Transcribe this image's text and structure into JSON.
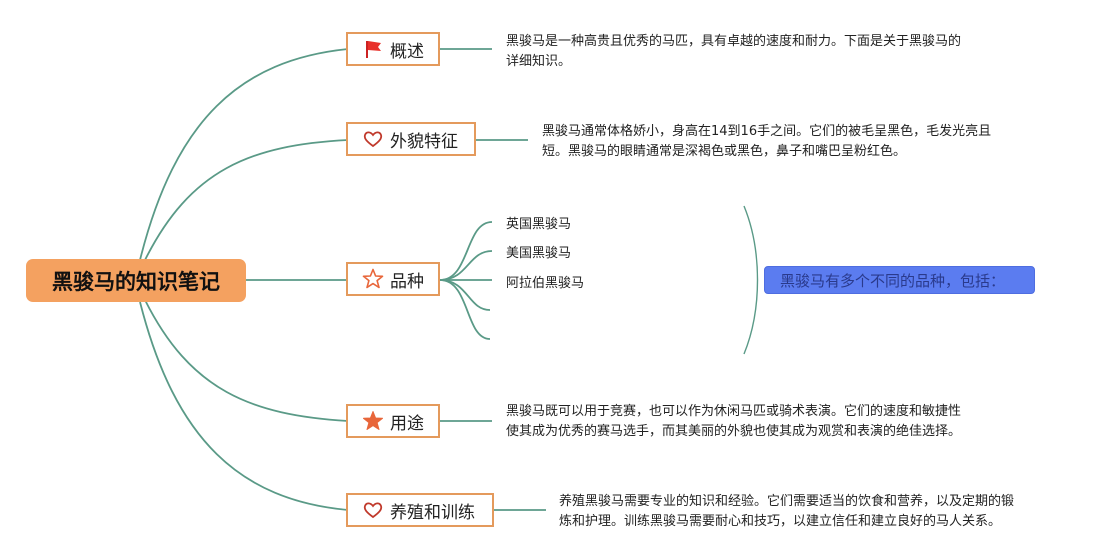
{
  "root": {
    "label": "黑骏马的知识笔记"
  },
  "branches": [
    {
      "label": "概述",
      "icon": "red-flag-icon",
      "text": [
        "黑骏马是一种高贵且优秀的马匹，具有卓越的速度和耐力。下面是关于黑骏马的",
        "详细知识。"
      ]
    },
    {
      "label": "外貌特征",
      "icon": "heart-outline-icon",
      "text": [
        "黑骏马通常体格娇小，身高在14到16手之间。它们的被毛呈黑色，毛发光亮且",
        "短。黑骏马的眼睛通常是深褐色或黑色，鼻子和嘴巴呈粉红色。"
      ]
    },
    {
      "label": "品种",
      "icon": "star-outline-icon",
      "items": [
        "英国黑骏马",
        "美国黑骏马",
        "阿拉伯黑骏马"
      ],
      "summary": "黑骏马有多个不同的品种，包括："
    },
    {
      "label": "用途",
      "icon": "star-filled-icon",
      "text": [
        "黑骏马既可以用于竞赛，也可以作为休闲马匹或骑术表演。它们的速度和敏捷性",
        "使其成为优秀的赛马选手，而其美丽的外貌也使其成为观赏和表演的绝佳选择。"
      ]
    },
    {
      "label": "养殖和训练",
      "icon": "heart-outline-icon",
      "text": [
        "养殖黑骏马需要专业的知识和经验。它们需要适当的饮食和营养，以及定期的锻",
        "炼和护理。训练黑骏马需要耐心和技巧，以建立信任和建立良好的马人关系。"
      ]
    }
  ],
  "colors": {
    "line": "#5a9a87",
    "root_fill": "#f4a160",
    "node_border": "#e49a5c",
    "summary_fill": "#5b7cf0",
    "icon_orange": "#e8663a",
    "icon_red": "#e8302a"
  }
}
